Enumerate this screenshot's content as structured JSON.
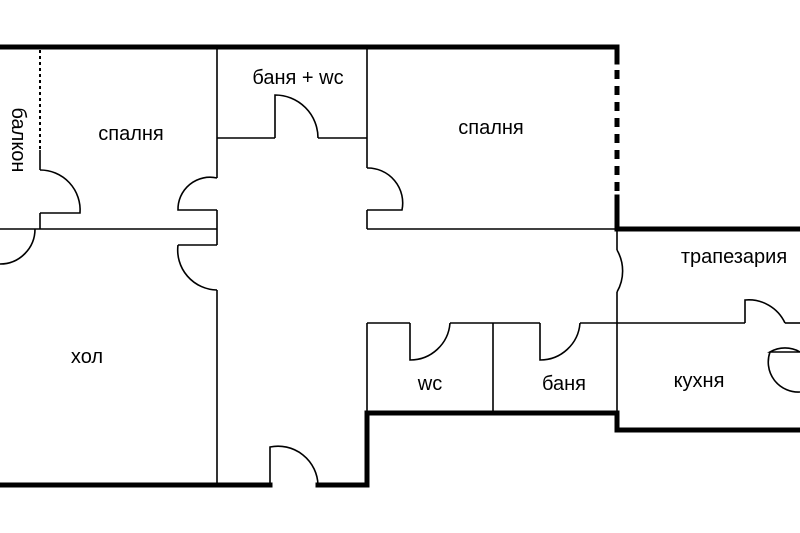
{
  "rooms": {
    "balcony": "балкон",
    "bedroom_left": "спалня",
    "bathroom_wc": "баня + wc",
    "bedroom_right": "спалня",
    "dining": "трапезария",
    "living": "хол",
    "wc": "wc",
    "bathroom": "баня",
    "kitchen": "кухня"
  }
}
